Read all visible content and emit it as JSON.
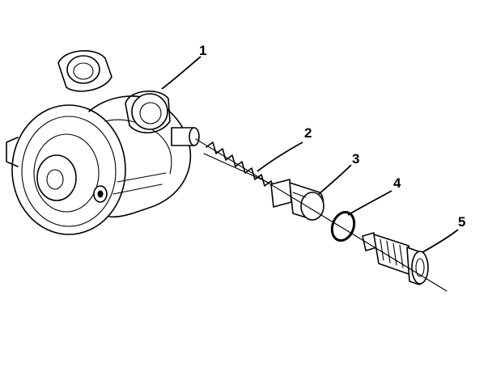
{
  "callouts": [
    {
      "id": "1"
    },
    {
      "id": "2"
    },
    {
      "id": "3"
    },
    {
      "id": "4"
    },
    {
      "id": "5"
    }
  ]
}
